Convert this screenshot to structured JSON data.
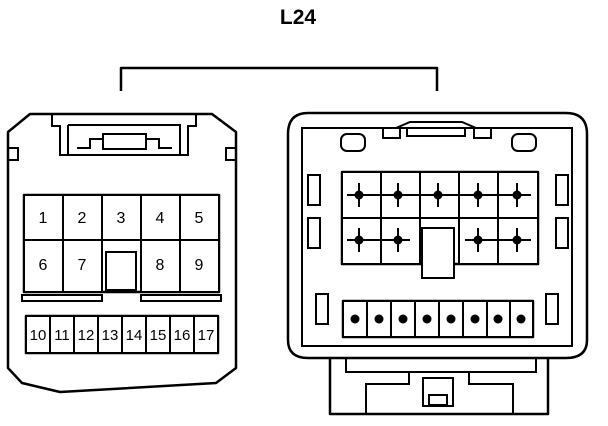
{
  "connector_id": "L24",
  "female_connector": {
    "upper_row": [
      "1",
      "2",
      "3",
      "4",
      "5"
    ],
    "middle_row": [
      "6",
      "7",
      "8",
      "9"
    ],
    "lower_row": [
      "10",
      "11",
      "12",
      "13",
      "14",
      "15",
      "16",
      "17"
    ]
  },
  "colors": {
    "line": "#000000",
    "background": "#ffffff"
  }
}
